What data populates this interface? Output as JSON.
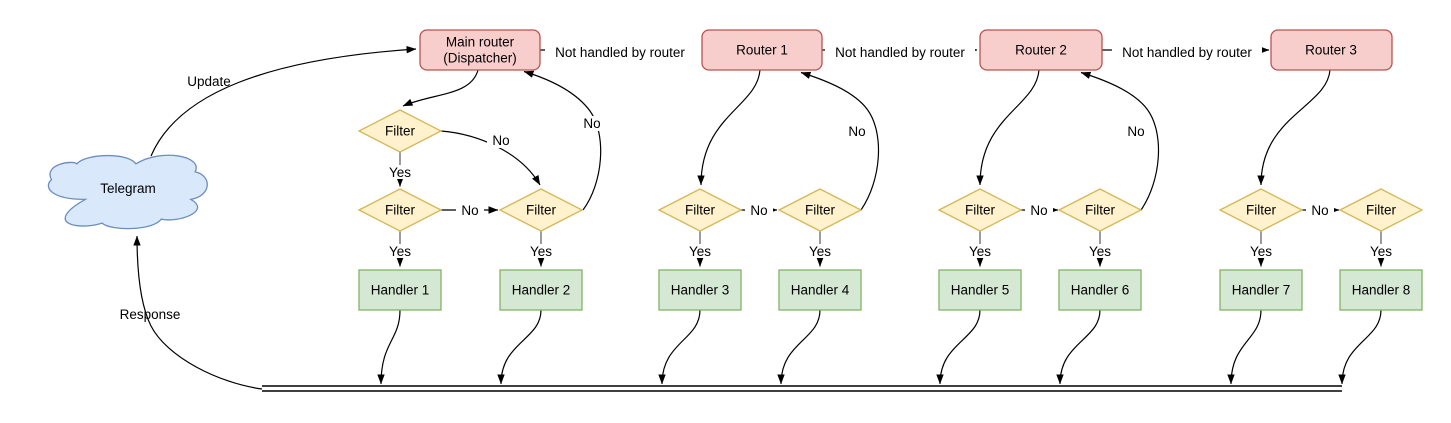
{
  "diagram": {
    "cloud": {
      "label": "Telegram"
    },
    "labels": {
      "update": "Update",
      "response": "Response",
      "not_handled": "Not handled by router",
      "yes": "Yes",
      "no": "No",
      "filter": "Filter"
    },
    "main_router": {
      "line1": "Main router",
      "line2": "(Dispatcher)"
    },
    "routers": [
      "Router 1",
      "Router 2",
      "Router 3"
    ],
    "handlers": [
      "Handler 1",
      "Handler 2",
      "Handler 3",
      "Handler 4",
      "Handler 5",
      "Handler 6",
      "Handler 7",
      "Handler 8"
    ],
    "colors": {
      "router_fill": "#f8cecc",
      "router_stroke": "#b85450",
      "filter_fill": "#fff2cc",
      "filter_stroke": "#d6b656",
      "handler_fill": "#d5e8d4",
      "handler_stroke": "#82b366",
      "cloud_fill": "#dae8fc",
      "cloud_stroke": "#6c8ebf",
      "line": "#000000"
    }
  }
}
